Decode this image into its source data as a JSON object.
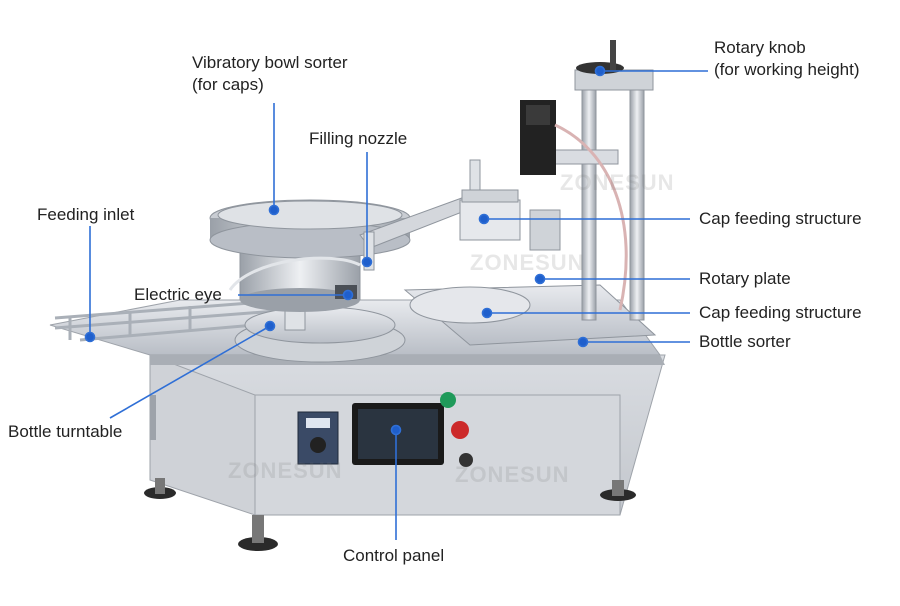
{
  "title": "",
  "colors": {
    "leader": "#2f6fd6",
    "dot": "#1f5fcc",
    "steel": "#c8ccd2",
    "screen": "#2a3440"
  },
  "watermarks": [
    "ZONESUN",
    "ZONESUN",
    "ZONESUN",
    "ZONESUN"
  ],
  "labels": {
    "vibratory_bowl_sorter": [
      "Vibratory bowl sorter",
      "(for caps)"
    ],
    "filling_nozzle": "Filling nozzle",
    "feeding_inlet": "Feeding inlet",
    "electric_eye": "Electric eye",
    "bottle_turntable": "Bottle turntable",
    "control_panel": "Control panel",
    "rotary_knob": [
      "Rotary knob",
      "(for working height)"
    ],
    "cap_feeding_structure_upper": "Cap feeding structure",
    "rotary_plate": "Rotary plate",
    "cap_feeding_structure_lower": "Cap feeding structure",
    "bottle_sorter": "Bottle sorter"
  }
}
